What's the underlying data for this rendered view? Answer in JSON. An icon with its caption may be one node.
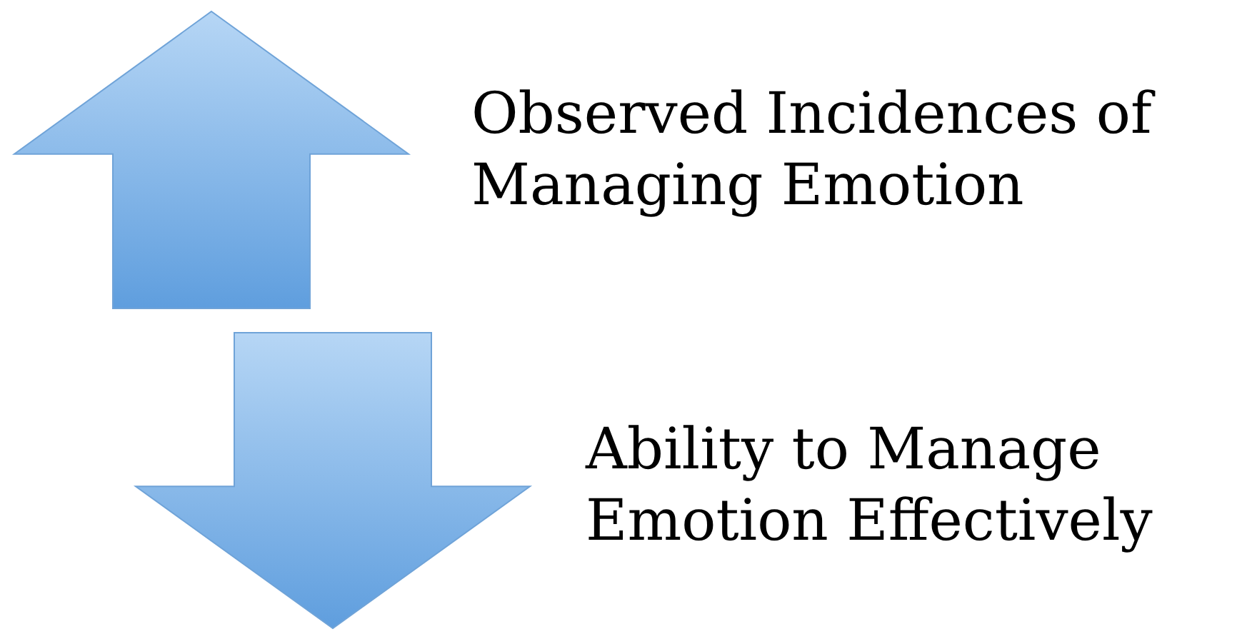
{
  "diagram": {
    "nodes": [
      {
        "text": [],
        "shape": "arrow",
        "beside": [
          "Observed Incidences of Managing Emotion"
        ]
      },
      {
        "text": [],
        "shape": "arrow",
        "beside": [
          "Ability to Manage Emotion Effectively"
        ]
      }
    ]
  }
}
